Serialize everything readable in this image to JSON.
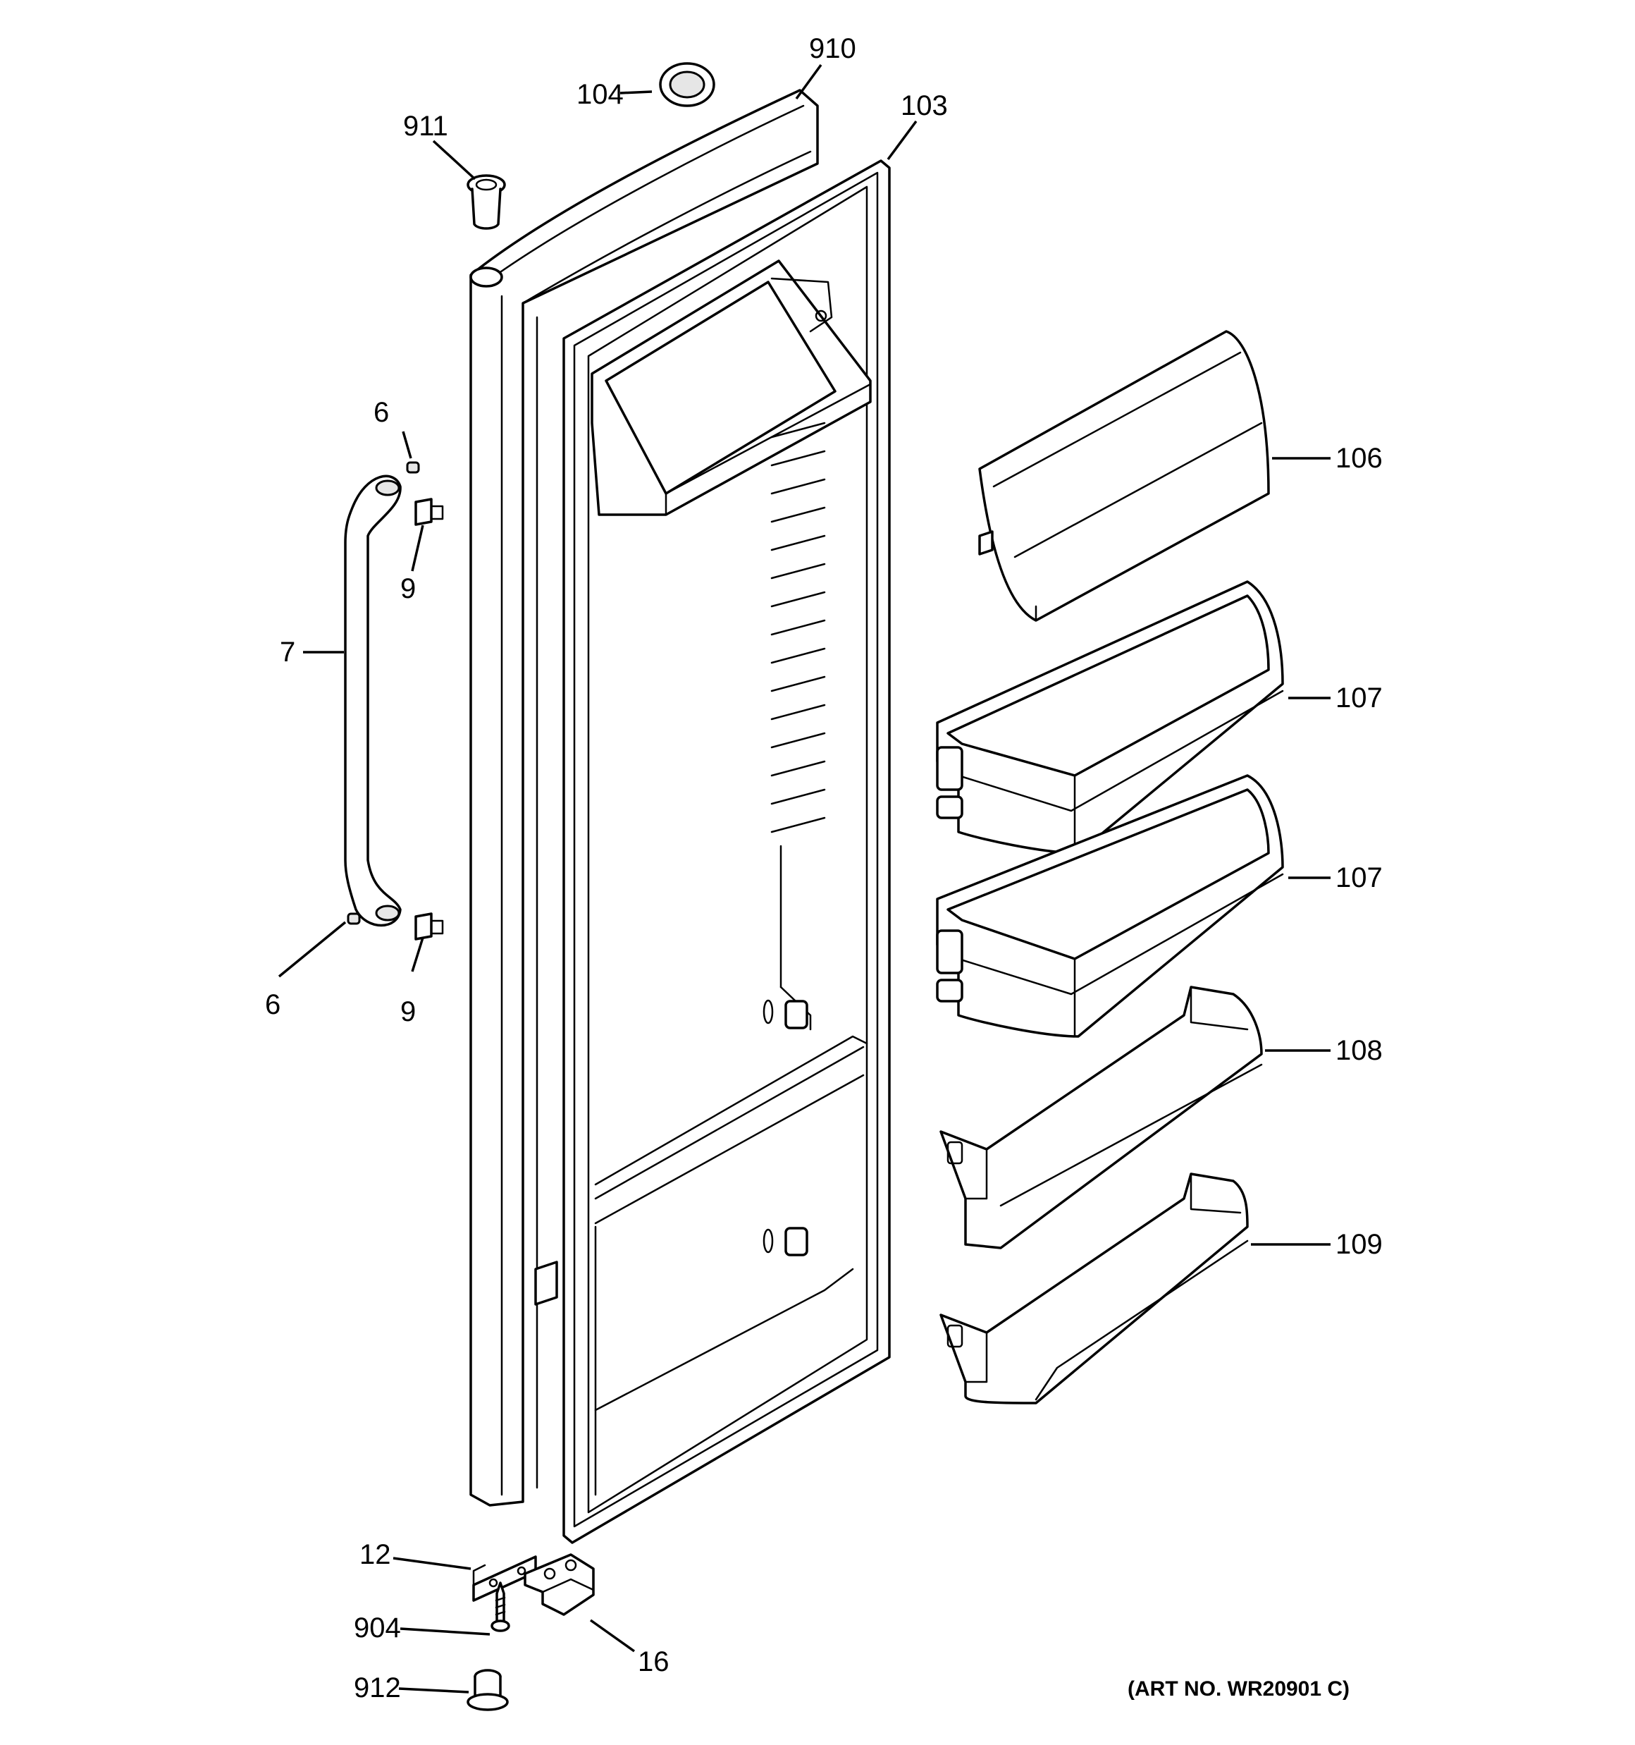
{
  "callouts": {
    "c104": "104",
    "c910": "910",
    "c103": "103",
    "c911": "911",
    "c6a": "6",
    "c9a": "9",
    "c7": "7",
    "c6b": "6",
    "c9b": "9",
    "c106": "106",
    "c107a": "107",
    "c107b": "107",
    "c108": "108",
    "c109": "109",
    "c12": "12",
    "c904": "904",
    "c16": "16",
    "c912": "912"
  },
  "art_number": "(ART NO. WR20901 C)"
}
